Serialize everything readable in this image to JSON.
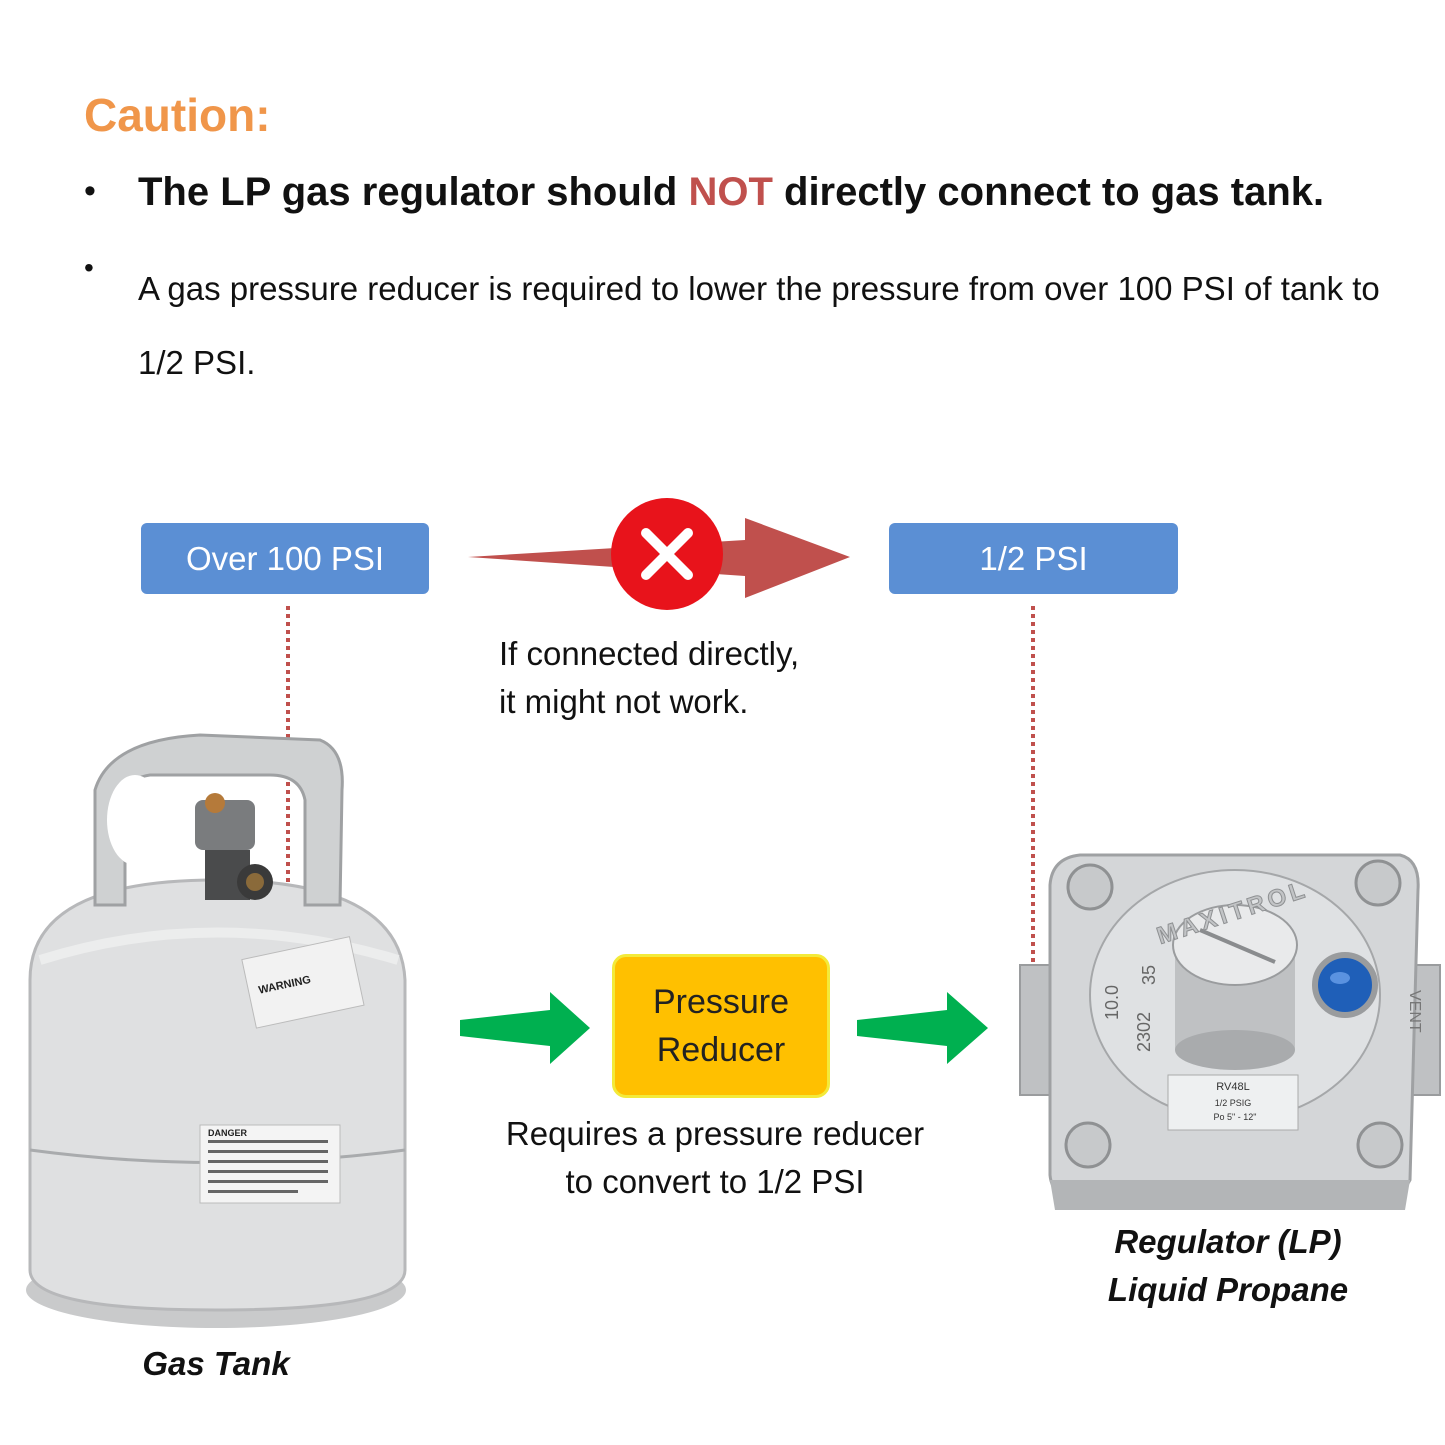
{
  "heading": "Caution:",
  "bullets": {
    "bullet_char": "•",
    "line1_before": "The LP gas regulator should ",
    "line1_emph": "NOT",
    "line1_after": " directly connect to gas tank.",
    "line2": "A gas pressure reducer is required to lower the pressure from over 100 PSI of tank to 1/2 PSI."
  },
  "diagram": {
    "left_box": "Over 100 PSI",
    "right_box": "1/2 PSI",
    "direct_note_line1": "If connected directly,",
    "direct_note_line2": "it might not work.",
    "reducer_line1": "Pressure",
    "reducer_line2": "Reducer",
    "reducer_note_line1": "Requires a pressure reducer",
    "reducer_note_line2": "to convert to 1/2 PSI",
    "tank_caption": "Gas Tank",
    "regulator_caption_line1": "Regulator (LP)",
    "regulator_caption_line2": "Liquid Propane",
    "regulator_brand": "MAXITROL",
    "regulator_model": "RV48L",
    "regulator_rating": "1/2 PSIG",
    "regulator_po": "Po 5\" - 12\"",
    "regulator_vent": "VENT",
    "regulator_num_a": "10.0",
    "regulator_num_b": "35",
    "regulator_num_c": "2302",
    "tank_label_warning": "WARNING",
    "tank_label_danger": "DANGER"
  },
  "colors": {
    "caution": "#f0964a",
    "emphasis": "#c0504d",
    "psi_box": "#5b8fd4",
    "red_arrow": "#c0504d",
    "green_arrow": "#00b050",
    "reducer": "#ffc000",
    "x_circle": "#e8131b"
  }
}
